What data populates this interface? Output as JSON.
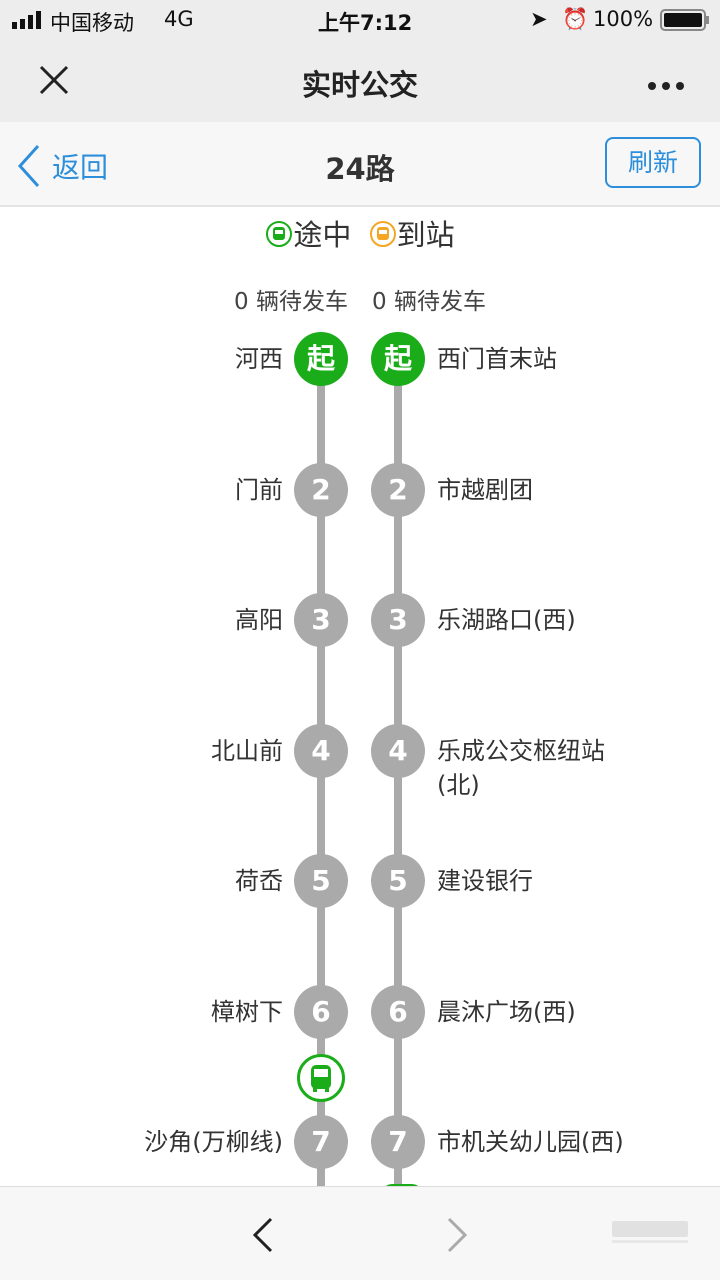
{
  "status": {
    "carrier": "中国移动",
    "network": "4G",
    "time": "上午7:12",
    "battery": "100%"
  },
  "nav": {
    "title": "实时公交"
  },
  "header": {
    "back_label": "返回",
    "route": "24路",
    "refresh_label": "刷新"
  },
  "legend": {
    "moving": "途中",
    "arrived": "到站"
  },
  "left": {
    "waiting": "0 辆待发车",
    "stops": [
      {
        "n": "起",
        "name": "河西"
      },
      {
        "n": "2",
        "name": "门前"
      },
      {
        "n": "3",
        "name": "高阳"
      },
      {
        "n": "4",
        "name": "北山前"
      },
      {
        "n": "5",
        "name": "荷岙"
      },
      {
        "n": "6",
        "name": "樟树下"
      },
      {
        "n": "7",
        "name": "沙角(万柳线)"
      }
    ]
  },
  "right": {
    "waiting": "0 辆待发车",
    "stops": [
      {
        "n": "起",
        "name": "西门首末站"
      },
      {
        "n": "2",
        "name": "市越剧团"
      },
      {
        "n": "3",
        "name": "乐湖路口(西)"
      },
      {
        "n": "4",
        "name": "乐成公交枢纽站(北)"
      },
      {
        "n": "5",
        "name": "建设银行"
      },
      {
        "n": "6",
        "name": "晨沐广场(西)"
      },
      {
        "n": "7",
        "name": "市机关幼儿园(西)"
      }
    ]
  },
  "colors": {
    "accent": "#2d8fdb",
    "green": "#1aad19",
    "orange": "#f5a623"
  }
}
